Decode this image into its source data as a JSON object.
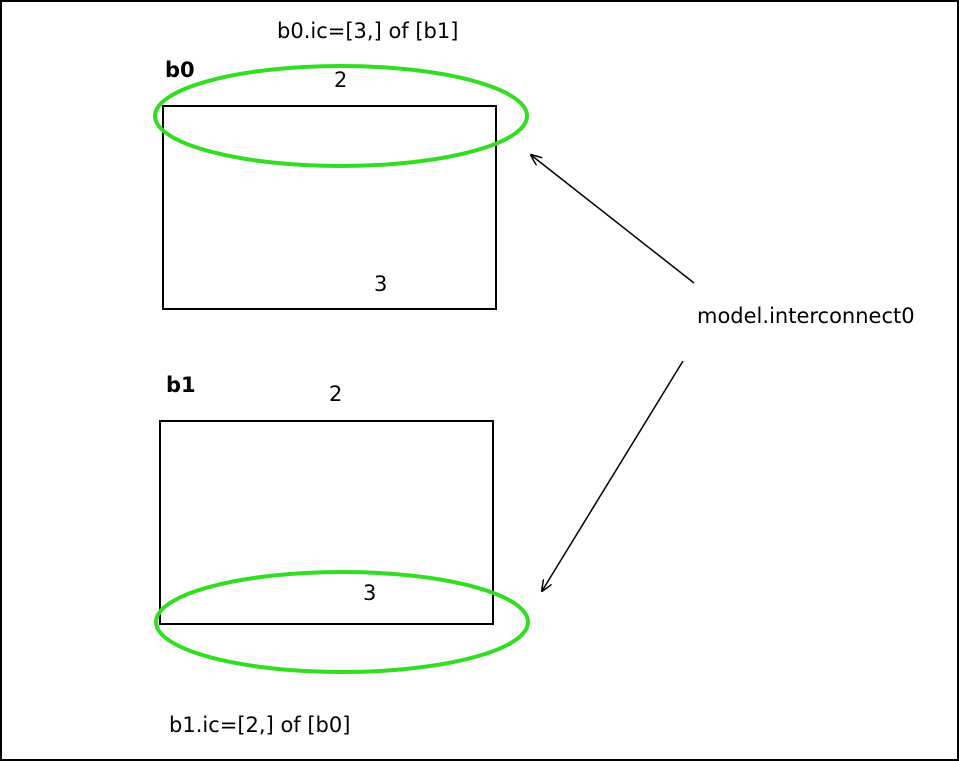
{
  "diagram": {
    "b0_ic_caption": "b0.ic=[3,] of [b1]",
    "b1_ic_caption": "b1.ic=[2,] of [b0]",
    "interconnect_label": "model.interconnect0",
    "block_b0": {
      "name": "b0",
      "top_value": "2",
      "bottom_value": "3"
    },
    "block_b1": {
      "name": "b1",
      "top_value": "2",
      "bottom_value": "3"
    },
    "colors": {
      "highlight": "#33dd22",
      "line": "#000000",
      "background": "#ffffff"
    }
  }
}
